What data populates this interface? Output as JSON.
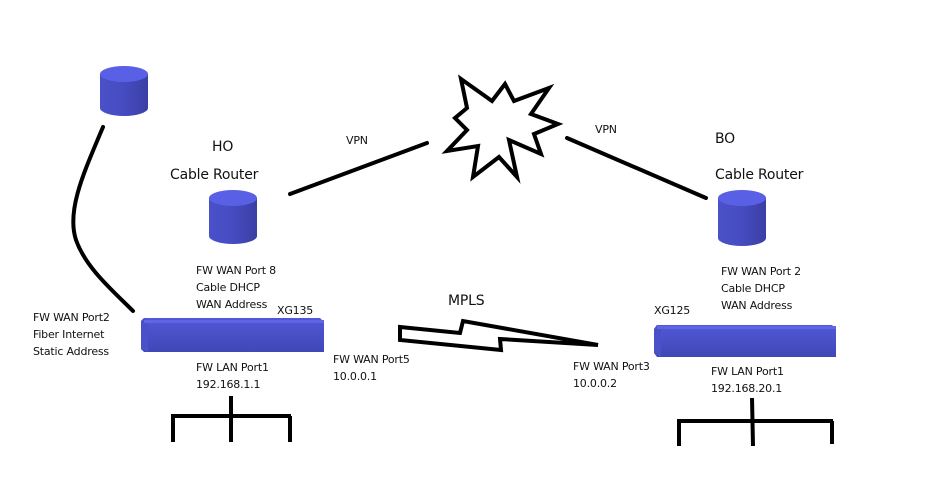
{
  "colors": {
    "device_fill": "#4a4fc4",
    "device_top": "#5c62e8",
    "line": "#000000",
    "background": "#ffffff"
  },
  "nodes": {
    "fiber_router": {
      "icon": "cylinder-icon"
    },
    "ho": {
      "site_label": "HO",
      "router_label": "Cable Router",
      "wan_lines": [
        "FW WAN Port 8",
        "Cable DHCP",
        "WAN Address"
      ],
      "firewall_model": "XG135",
      "fiber_lines": [
        "FW WAN Port2",
        "Fiber Internet",
        "Static Address"
      ],
      "lan_lines": [
        "FW LAN Port1",
        "192.168.1.1"
      ],
      "mpls_lines": [
        "FW WAN Port5",
        "10.0.0.1"
      ]
    },
    "bo": {
      "site_label": "BO",
      "router_label": "Cable Router",
      "wan_lines": [
        "FW WAN Port 2",
        "Cable DHCP",
        "WAN Address"
      ],
      "firewall_model": "XG125",
      "lan_lines": [
        "FW LAN Port1",
        "192.168.20.1"
      ],
      "mpls_lines": [
        "FW WAN Port3",
        "10.0.0.2"
      ]
    },
    "internet": {
      "icon": "internet-burst-icon"
    }
  },
  "links": {
    "vpn_left_label": "VPN",
    "vpn_right_label": "VPN",
    "mpls_label": "MPLS"
  }
}
